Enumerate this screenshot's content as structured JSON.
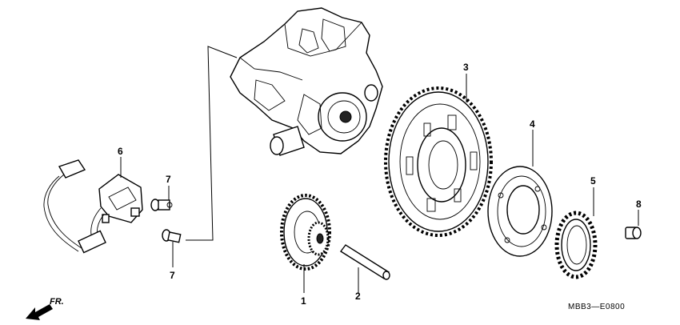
{
  "diagram": {
    "code": "MBB3—E0800",
    "direction": "FR.",
    "callouts": [
      {
        "id": "1",
        "label": "1"
      },
      {
        "id": "2",
        "label": "2"
      },
      {
        "id": "3",
        "label": "3"
      },
      {
        "id": "4",
        "label": "4"
      },
      {
        "id": "5",
        "label": "5"
      },
      {
        "id": "6",
        "label": "6"
      },
      {
        "id": "7a",
        "label": "7"
      },
      {
        "id": "7b",
        "label": "7"
      },
      {
        "id": "8",
        "label": "8"
      }
    ]
  }
}
